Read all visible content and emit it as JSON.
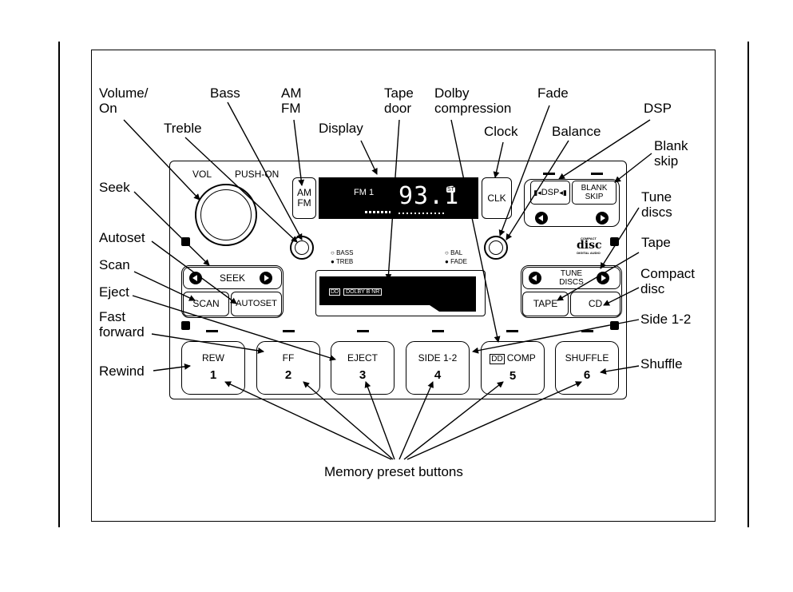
{
  "callouts": {
    "volume_on": "Volume/\nOn",
    "bass": "Bass",
    "am_fm": "AM\nFM",
    "tape_door": "Tape\ndoor",
    "dolby_compression": "Dolby\ncompression",
    "fade": "Fade",
    "dsp": "DSP",
    "treble": "Treble",
    "display": "Display",
    "clock": "Clock",
    "balance": "Balance",
    "blank_skip": "Blank\nskip",
    "seek": "Seek",
    "tune_discs": "Tune\ndiscs",
    "autoset": "Autoset",
    "tape": "Tape",
    "scan": "Scan",
    "compact_disc": "Compact\ndisc",
    "eject": "Eject",
    "fast_forward": "Fast\nforward",
    "side_1_2": "Side 1-2",
    "rewind": "Rewind",
    "shuffle": "Shuffle",
    "memory_preset_buttons": "Memory preset buttons"
  },
  "radio": {
    "vol_label": "VOL",
    "push_on_label": "PUSH-ON",
    "am_fm_button": "AM\nFM",
    "display_band": "FM 1",
    "display_freq": "93.1",
    "display_stereo": "ST",
    "clk_button": "CLK",
    "dsp_button": "DSP",
    "blank_skip_button": "BLANK\nSKIP",
    "bass_knob_label": "BASS",
    "treb_knob_label": "TREB",
    "bal_knob_label": "BAL",
    "fade_knob_label": "FADE",
    "seek_button": "SEEK",
    "tune_discs_button": "TUNE\nDISCS",
    "scan_button": "SCAN",
    "autoset_button": "AUTOSET",
    "tape_button": "TAPE",
    "cd_button": "CD",
    "tape_indicator": "DOLBY B NR",
    "cd_logo_top": "COMPACT",
    "cd_logo_mid": "disc",
    "cd_logo_bottom": "DIGITAL AUDIO",
    "presets": [
      {
        "label": "REW",
        "number": "1"
      },
      {
        "label": "FF",
        "number": "2"
      },
      {
        "label": "EJECT",
        "number": "3"
      },
      {
        "label": "SIDE 1-2",
        "number": "4"
      },
      {
        "label": "COMP",
        "number": "5"
      },
      {
        "label": "SHUFFLE",
        "number": "6"
      }
    ]
  }
}
